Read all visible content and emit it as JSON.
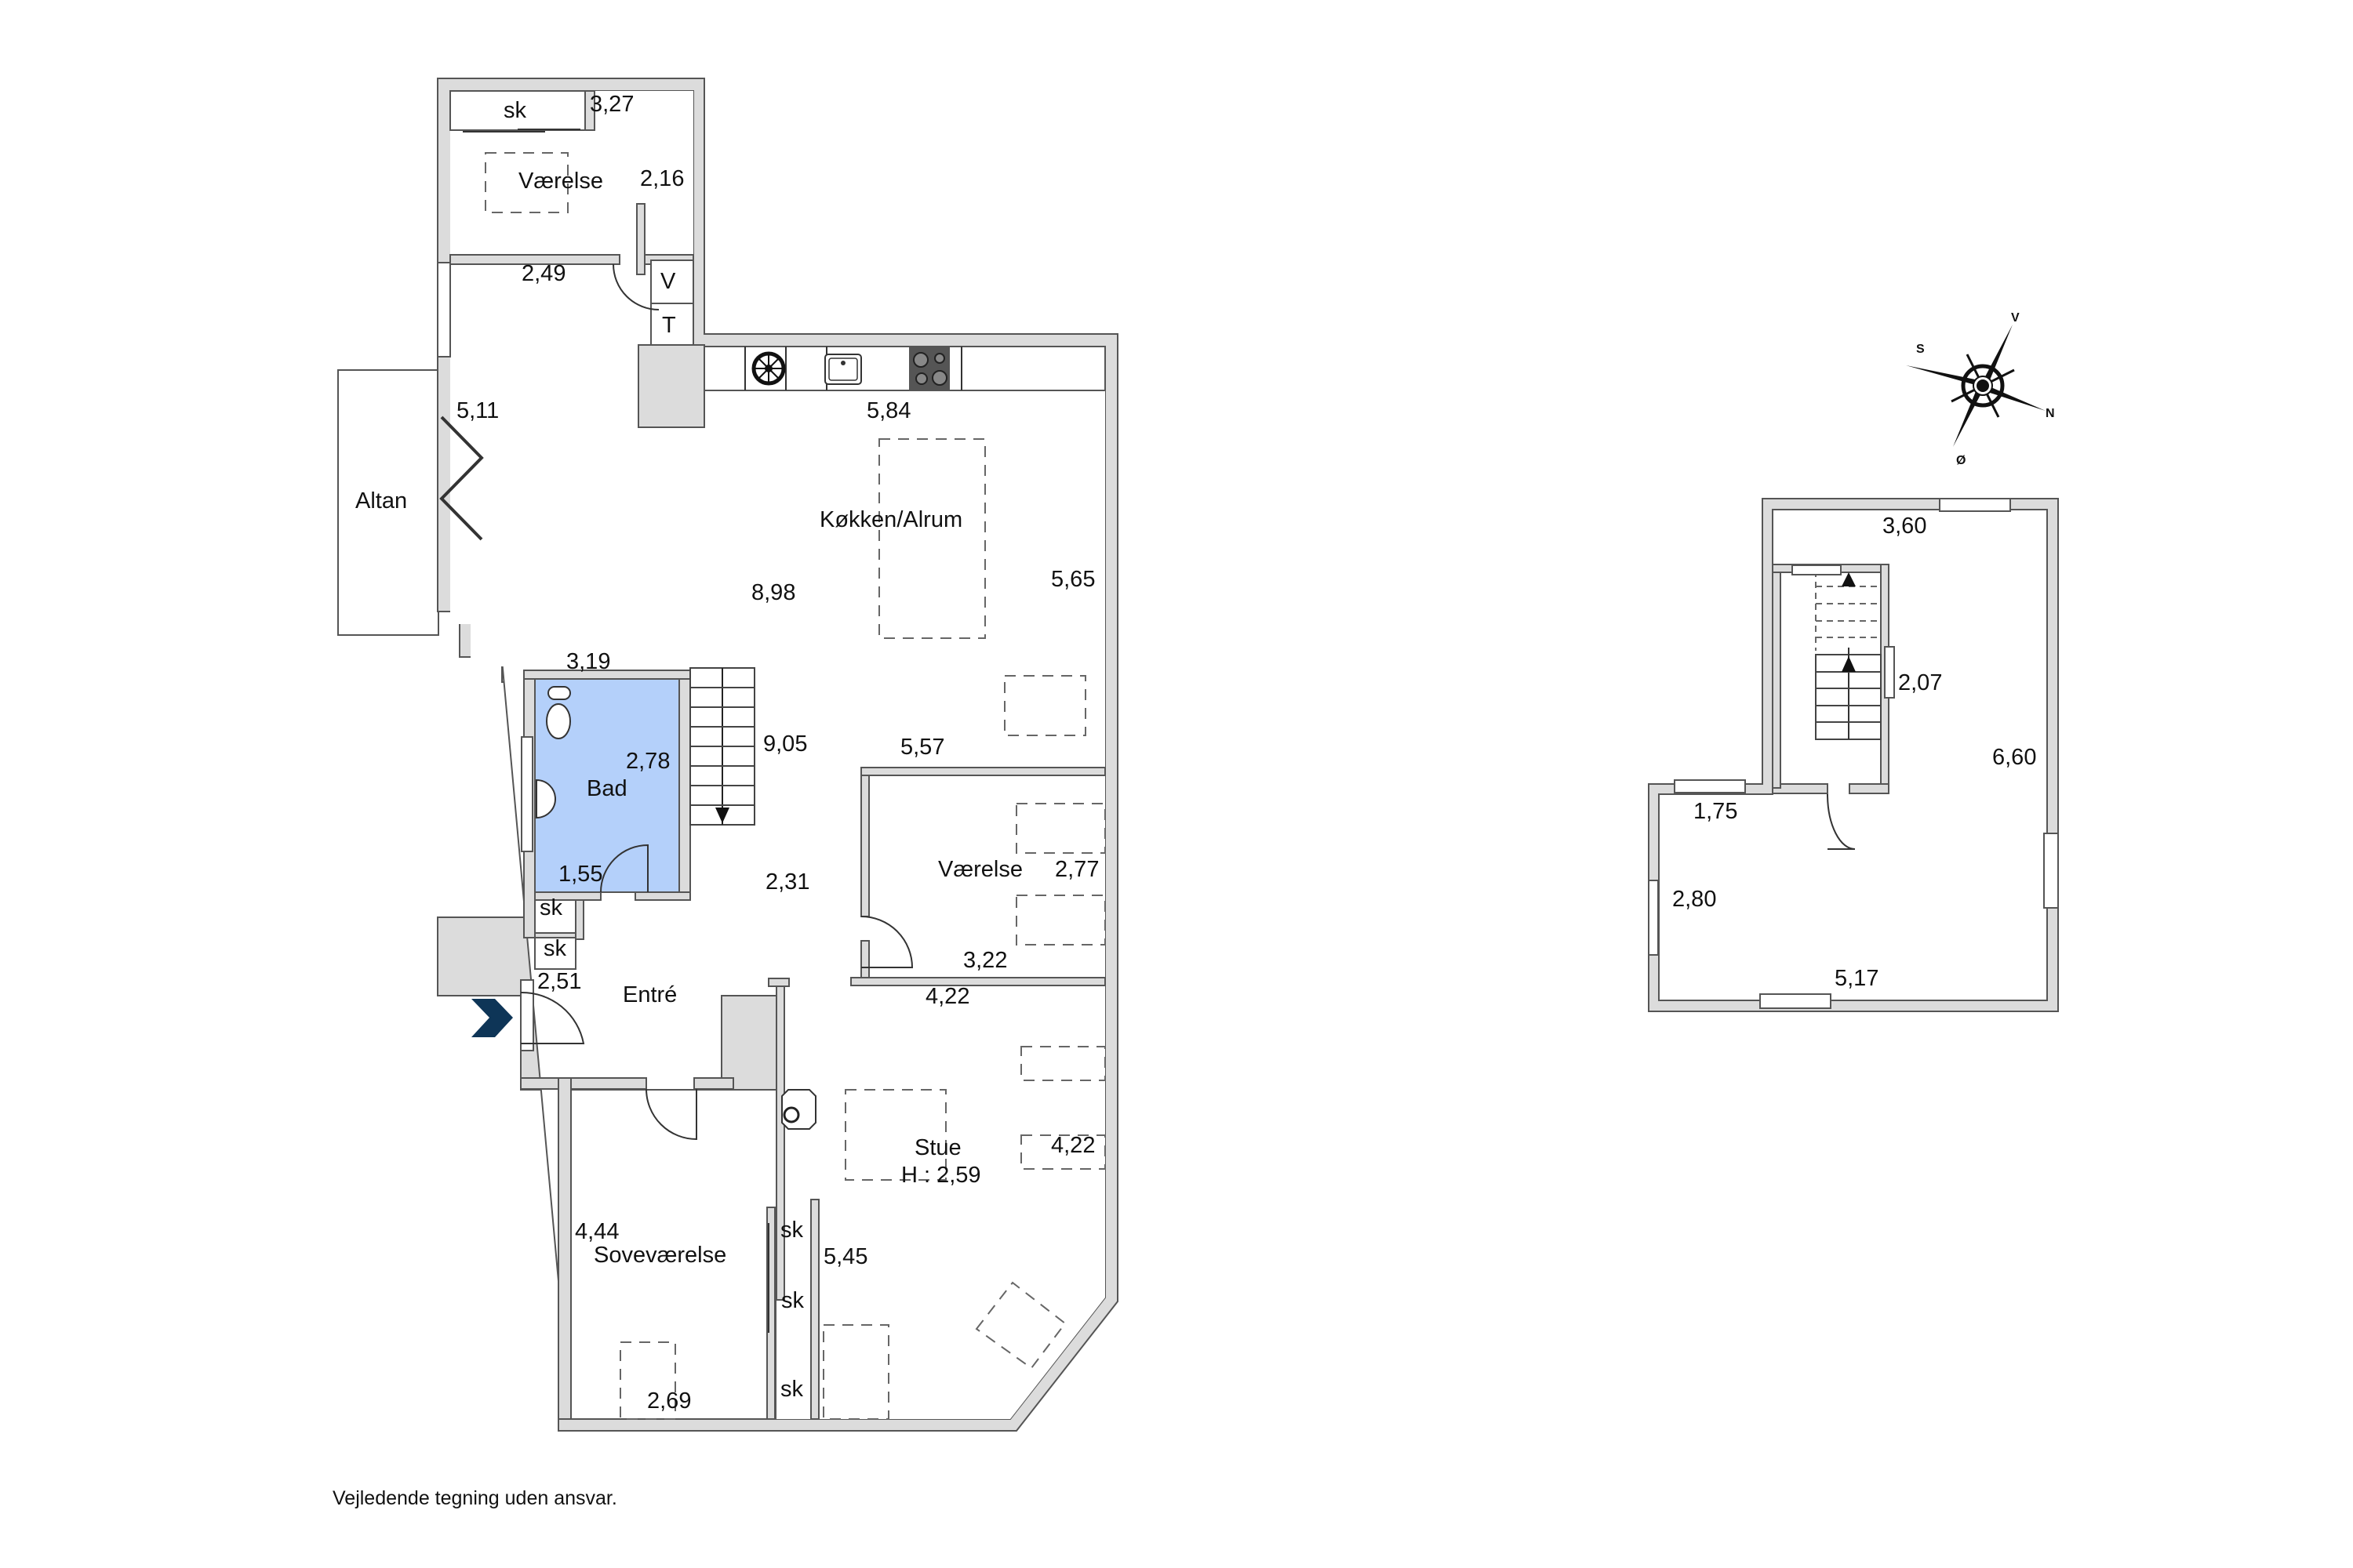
{
  "colors": {
    "wall": "#dcdcdc",
    "bathroom": "#b4d0fa",
    "entry_arrow": "#0e3557",
    "cooktop": "#555555"
  },
  "ground_floor": {
    "rooms": [
      {
        "name": "Værelse",
        "dims": [
          "3,27",
          "2,16",
          "2,49"
        ]
      },
      {
        "name": "Køkken/Alrum",
        "dims": [
          "5,84",
          "8,98",
          "5,65",
          "5,11"
        ]
      },
      {
        "name": "Altan"
      },
      {
        "name": "Bad",
        "dims": [
          "3,19",
          "2,78",
          "1,55"
        ]
      },
      {
        "name": "Værelse",
        "dims": [
          "5,57",
          "2,77",
          "3,22"
        ]
      },
      {
        "name": "Entré",
        "dims": [
          "2,51",
          "2,31",
          "9,05"
        ]
      },
      {
        "name": "Stue",
        "height": "H : 2,59",
        "dims": [
          "4,22",
          "4,22",
          "5,45"
        ]
      },
      {
        "name": "Soveværelse",
        "dims": [
          "4,44",
          "2,69"
        ]
      }
    ],
    "closets": [
      "sk",
      "sk",
      "sk",
      "sk",
      "sk",
      "sk"
    ],
    "utility": [
      "V",
      "T"
    ]
  },
  "upper_floor": {
    "dims": [
      "3,60",
      "2,07",
      "6,60",
      "1,75",
      "2,80",
      "5,17"
    ]
  },
  "compass": {
    "north": "N",
    "south": "S",
    "east": "Ø",
    "west": "V"
  },
  "footer": {
    "disclaimer": "Vejledende tegning uden ansvar."
  }
}
